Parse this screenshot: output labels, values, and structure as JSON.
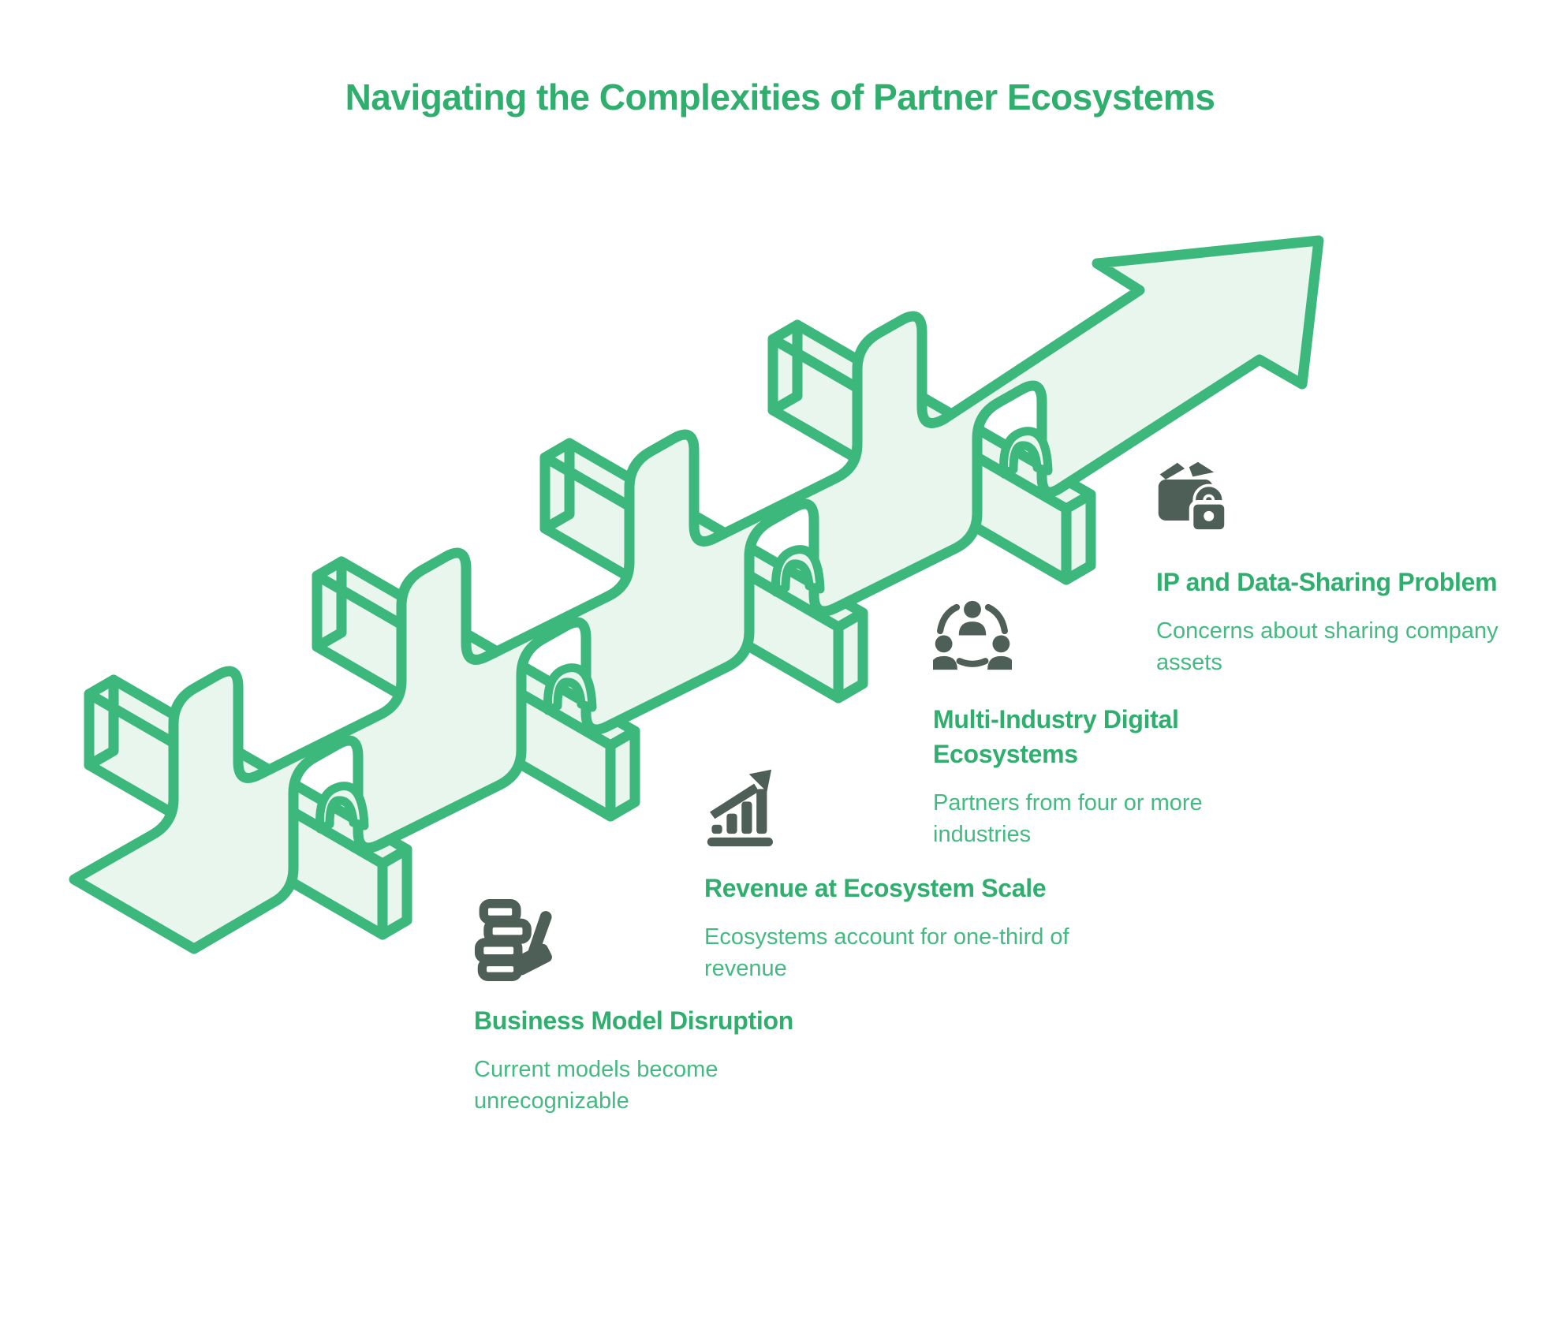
{
  "title": "Navigating the Complexities of Partner Ecosystems",
  "colors": {
    "accent_stroke": "#3cb87c",
    "ribbon_fill": "#e8f6ee",
    "heading_green": "#2fae6e",
    "body_green": "#43ba81",
    "icon_dark": "#4d5f57"
  },
  "graphic": {
    "description": "Isometric light-green ribbon arrow weaving over four hurdle bars, ascending from bottom-left to a large arrowhead at top-right",
    "hurdle_count": 4
  },
  "steps": [
    {
      "icon": "disruption-gavel-icon",
      "heading": "Business Model Disruption",
      "description": "Current models become unrecognizable"
    },
    {
      "icon": "revenue-growth-icon",
      "heading": "Revenue at Ecosystem Scale",
      "description": "Ecosystems account for one-third of revenue"
    },
    {
      "icon": "network-people-icon",
      "heading": "Multi-Industry Digital Ecosystems",
      "description": "Partners from four or more industries"
    },
    {
      "icon": "package-lock-icon",
      "heading": "IP and Data-Sharing Problem",
      "description": "Concerns about sharing company assets"
    }
  ]
}
